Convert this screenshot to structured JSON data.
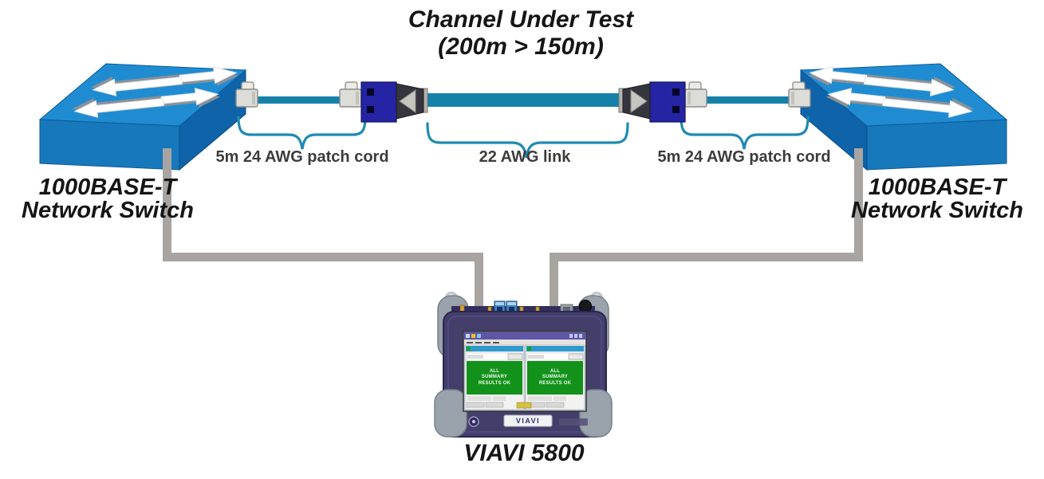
{
  "title": {
    "line1": "Channel Under Test",
    "line2": "(200m > 150m)"
  },
  "switches": {
    "left": {
      "line1": "1000BASE-T",
      "line2": "Network Switch"
    },
    "right": {
      "line1": "1000BASE-T",
      "line2": "Network Switch"
    }
  },
  "cabling": {
    "left_patch_label": "5m 24 AWG patch cord",
    "link_label": "22 AWG link",
    "right_patch_label": "5m 24 AWG patch cord"
  },
  "tester": {
    "label": "VIAVI 5800",
    "brand": "VIAVI",
    "screen": {
      "left_panel_result": "ALL SUMMARY RESULTS OK",
      "right_panel_result": "ALL SUMMARY RESULTS OK"
    }
  },
  "colors": {
    "switch_top": "#1f8cd2",
    "switch_front": "#1878bc",
    "switch_side": "#0f63a8",
    "cable_teal": "#1581a8",
    "brace_teal": "#1f8ab2",
    "cable_gray": "#a8a4a1",
    "connector_blue": "#2424a4",
    "device_body": "#443e6b",
    "result_green": "#12921a",
    "label_dark": "#3c3c3c"
  }
}
